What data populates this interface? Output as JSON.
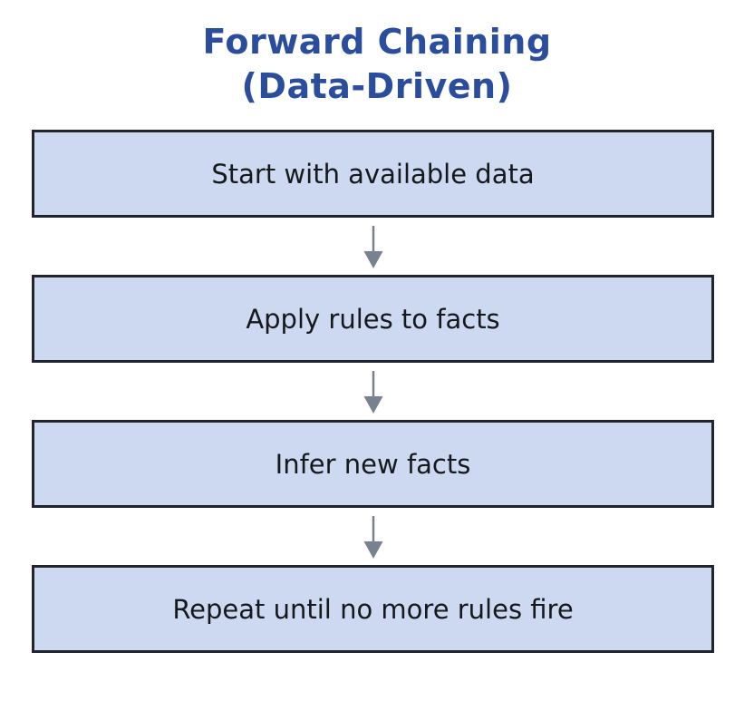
{
  "title": {
    "line1": "Forward Chaining",
    "line2": "(Data-Driven)"
  },
  "flow": {
    "steps": [
      {
        "label": "Start with available data"
      },
      {
        "label": "Apply rules to facts"
      },
      {
        "label": "Infer new facts"
      },
      {
        "label": "Repeat until no more rules fire"
      }
    ],
    "connector_icon": "down-arrow"
  },
  "colors": {
    "background": "#ffffff",
    "title_text": "#2a4d9e",
    "box_fill": "#cdd9f0",
    "box_border": "#20242d",
    "box_text": "#15181d",
    "arrow": "#78818f"
  }
}
